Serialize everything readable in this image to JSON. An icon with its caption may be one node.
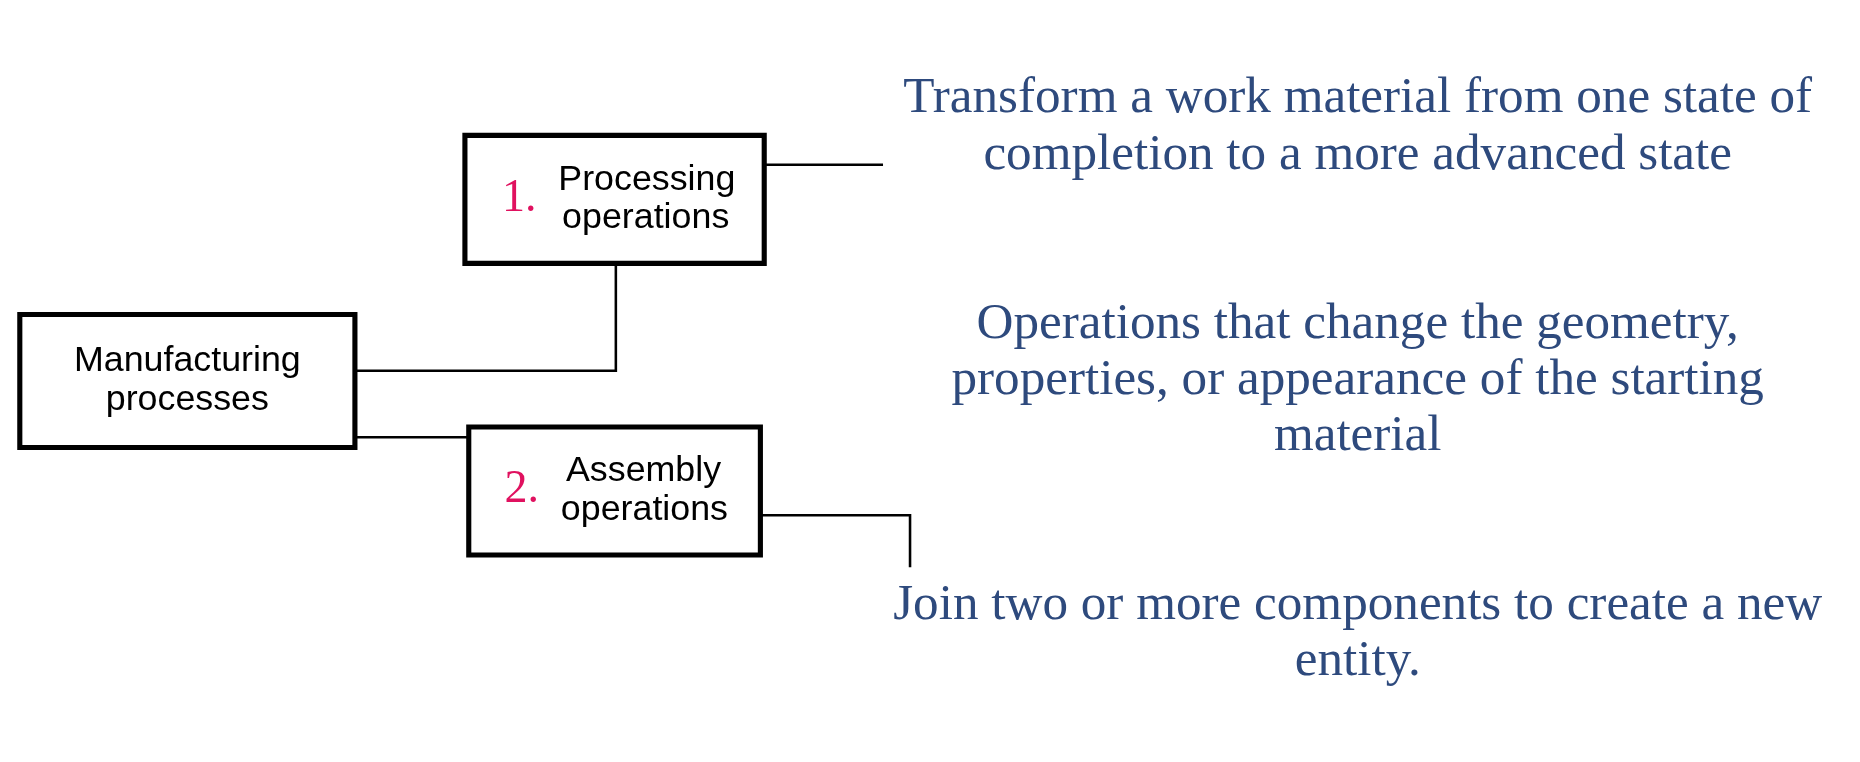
{
  "diagram": {
    "nodes": [
      {
        "text": [
          "Manufacturing processes"
        ]
      },
      {
        "text": [
          "1.",
          "Processing operations"
        ]
      },
      {
        "text": [
          "2.",
          "Assembly operations"
        ]
      },
      {
        "text": [
          "Transform a work material from one state of completion to a more advanced state"
        ]
      },
      {
        "text": [
          "Join two or more components to create a new entity."
        ]
      }
    ],
    "edges": [
      {
        "from": 0,
        "to": 1,
        "arrow": "none"
      },
      {
        "from": 0,
        "to": 2,
        "arrow": "none"
      },
      {
        "from": 1,
        "to": 3,
        "arrow": "none"
      },
      {
        "from": 2,
        "to": 4,
        "arrow": "none"
      }
    ],
    "labels": [
      "Operations that change the geometry, properties, or appearance of the starting material"
    ]
  }
}
